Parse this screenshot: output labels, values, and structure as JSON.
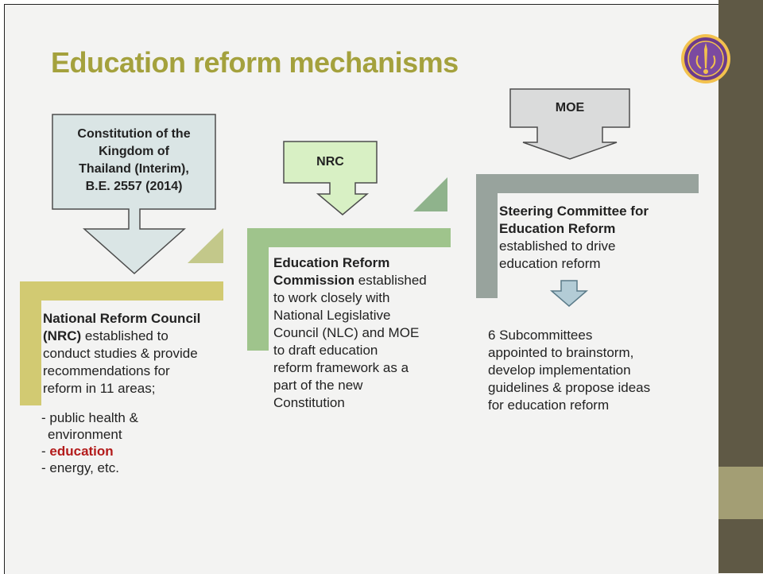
{
  "slide": {
    "title": "Education reform mechanisms",
    "colors": {
      "title": "#a4a13d",
      "sidebar": "#5f5945",
      "sidebar_accent": "#a39e74",
      "green_bar": "#9fc48c",
      "olive_bar": "#d2ca72",
      "gray_bar": "#98a39d",
      "box_fill": "#dae5e5",
      "highlight": "#b31b1b"
    }
  },
  "column1": {
    "box_lines": [
      "Constitution of the",
      "Kingdom of",
      "Thailand (Interim),",
      "B.E. 2557 (2014)"
    ],
    "heading_lines": [
      "National Reform Council",
      "(NRC)"
    ],
    "body_inline": " established to",
    "body_lines": [
      "conduct studies & provide",
      "recommendations for",
      "reform in 11 areas;"
    ],
    "bullets": [
      {
        "prefix": "- ",
        "text": "public health &"
      },
      {
        "prefix": "",
        "text": "environment"
      },
      {
        "prefix": "- ",
        "text": "education"
      },
      {
        "prefix": "- ",
        "text": "energy, etc."
      }
    ]
  },
  "column2": {
    "box_label": "NRC",
    "heading_lines": [
      "Education Reform",
      "Commission"
    ],
    "body_inline": " established",
    "body_lines": [
      "to work closely with",
      "National Legislative",
      "Council  (NLC) and MOE",
      "to draft education",
      "reform framework as a",
      "part of the new",
      "Constitution"
    ]
  },
  "column3": {
    "box_label": "MOE",
    "heading_lines": [
      "Steering Committee for",
      "Education Reform"
    ],
    "body_lines": [
      "established to drive",
      "education reform"
    ],
    "sub_lines": [
      "6 Subcommittees",
      "appointed to brainstorm,",
      "develop implementation",
      "guidelines & propose ideas",
      "for education reform"
    ]
  }
}
